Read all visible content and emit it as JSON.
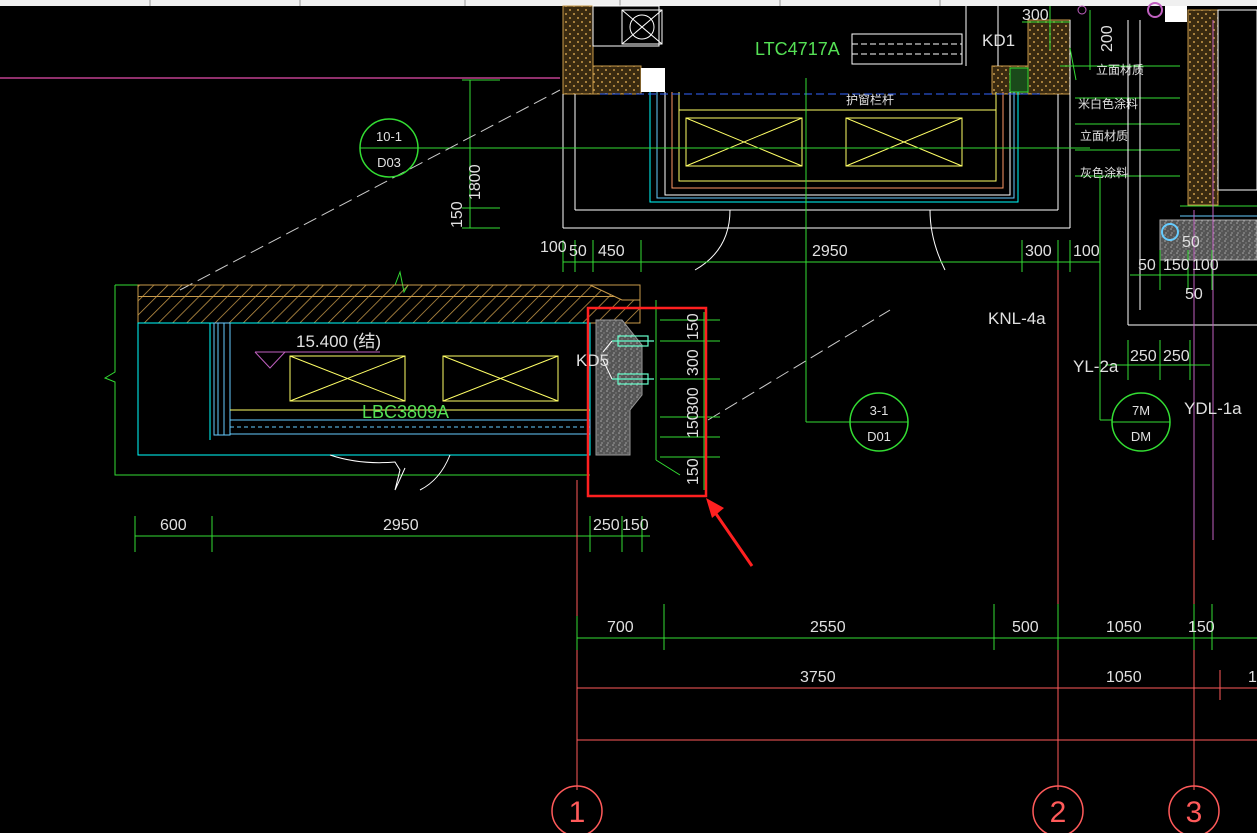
{
  "colors": {
    "background": "#000000",
    "dimension": "#33dd33",
    "axis": "#ff5a5a",
    "wall": "#ffffff",
    "slab_hatch": "#c89a4a",
    "window": "#ffff66",
    "highlight": "#ff2020",
    "cyan": "#00ffff"
  },
  "labels": {
    "window_top": "LTC4717A",
    "window_left": "LBC3809A",
    "kd1": "KD1",
    "kd5": "KD5",
    "level": "15.400 (结)",
    "railing": "护窗栏杆",
    "beam_knl": "KNL-4a",
    "beam_yl": "YL-2a",
    "beam_ydl": "YDL-1a",
    "mat1": "立面材质",
    "mat2": "米白色涂料",
    "mat3": "立面材质",
    "mat4": "灰色涂料"
  },
  "bubbles": [
    {
      "top": "10-1",
      "bottom": "D03"
    },
    {
      "top": "3-1",
      "bottom": "D01"
    },
    {
      "top": "7M",
      "bottom": "DM"
    }
  ],
  "axes": [
    "1",
    "2",
    "3"
  ],
  "dims": {
    "top_300": "300",
    "top_200": "200",
    "v_1800": "1800",
    "v_150": "150",
    "row1": [
      "100",
      "50",
      "450",
      "2950",
      "300",
      "100"
    ],
    "right_a": [
      "50",
      "150",
      "100"
    ],
    "right_b": "50",
    "right_c": [
      "250",
      "250"
    ],
    "red_box": [
      "150",
      "300",
      "300",
      "150",
      "150"
    ],
    "row2": [
      "600",
      "2950",
      "250",
      "150"
    ],
    "row3": [
      "700",
      "2550",
      "500",
      "1050",
      "150"
    ],
    "row4": [
      "3750",
      "1050",
      "1"
    ]
  }
}
